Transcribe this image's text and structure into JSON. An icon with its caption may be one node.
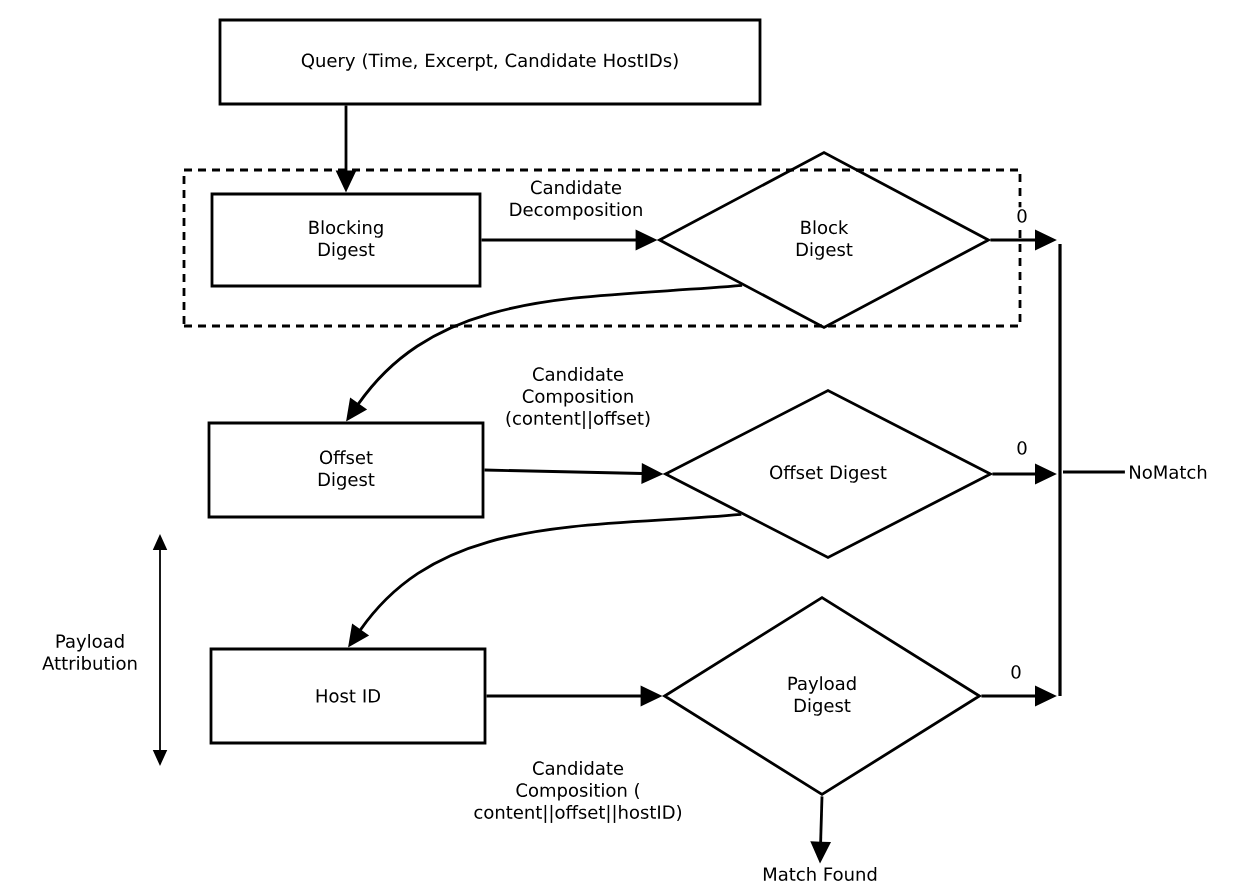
{
  "diagram": {
    "nodes": [
      {
        "text": [
          "Query (Time, Excerpt, Candidate HostIDs)"
        ]
      },
      {
        "text": [],
        "shape": "box"
      },
      {
        "text": [
          "Blocking Digest"
        ],
        "in": 1
      },
      {
        "text": [
          "Block Digest"
        ]
      },
      {
        "text": [
          "Offset Digest"
        ]
      },
      {
        "text": [
          "Offset Digest"
        ]
      },
      {
        "text": [
          "Host ID"
        ]
      },
      {
        "text": [
          "Payload Digest"
        ]
      },
      {
        "text": [],
        "shape": "bar"
      },
      {
        "text": [
          "NoMatch"
        ]
      },
      {
        "text": [
          "Match Found"
        ]
      }
    ],
    "edges": [
      {
        "from": 0,
        "to": 2,
        "arrow": "to"
      },
      {
        "from": 2,
        "to": 3,
        "arrow": "to",
        "label": "Candidate Decomposition"
      },
      {
        "from": 3,
        "to": 4,
        "arrow": "to"
      },
      {
        "from": 4,
        "to": 5,
        "arrow": "to",
        "label": "Candidate Composition (content||offset)"
      },
      {
        "from": 5,
        "to": 6,
        "arrow": "to"
      },
      {
        "from": 6,
        "to": 7,
        "arrow": "to",
        "label": "Candidate Composition ( content||offset||hostID)"
      },
      {
        "from": 3,
        "to": 8,
        "arrow": "to",
        "label": "0"
      },
      {
        "from": 5,
        "to": 8,
        "arrow": "to",
        "label": "0"
      },
      {
        "from": 7,
        "to": 8,
        "arrow": "to",
        "label": "0"
      },
      {
        "from": 8,
        "to": 9,
        "arrow": "none"
      },
      {
        "from": 7,
        "to": 10,
        "arrow": "to"
      }
    ],
    "labels": [
      "Payload Attribution"
    ]
  }
}
